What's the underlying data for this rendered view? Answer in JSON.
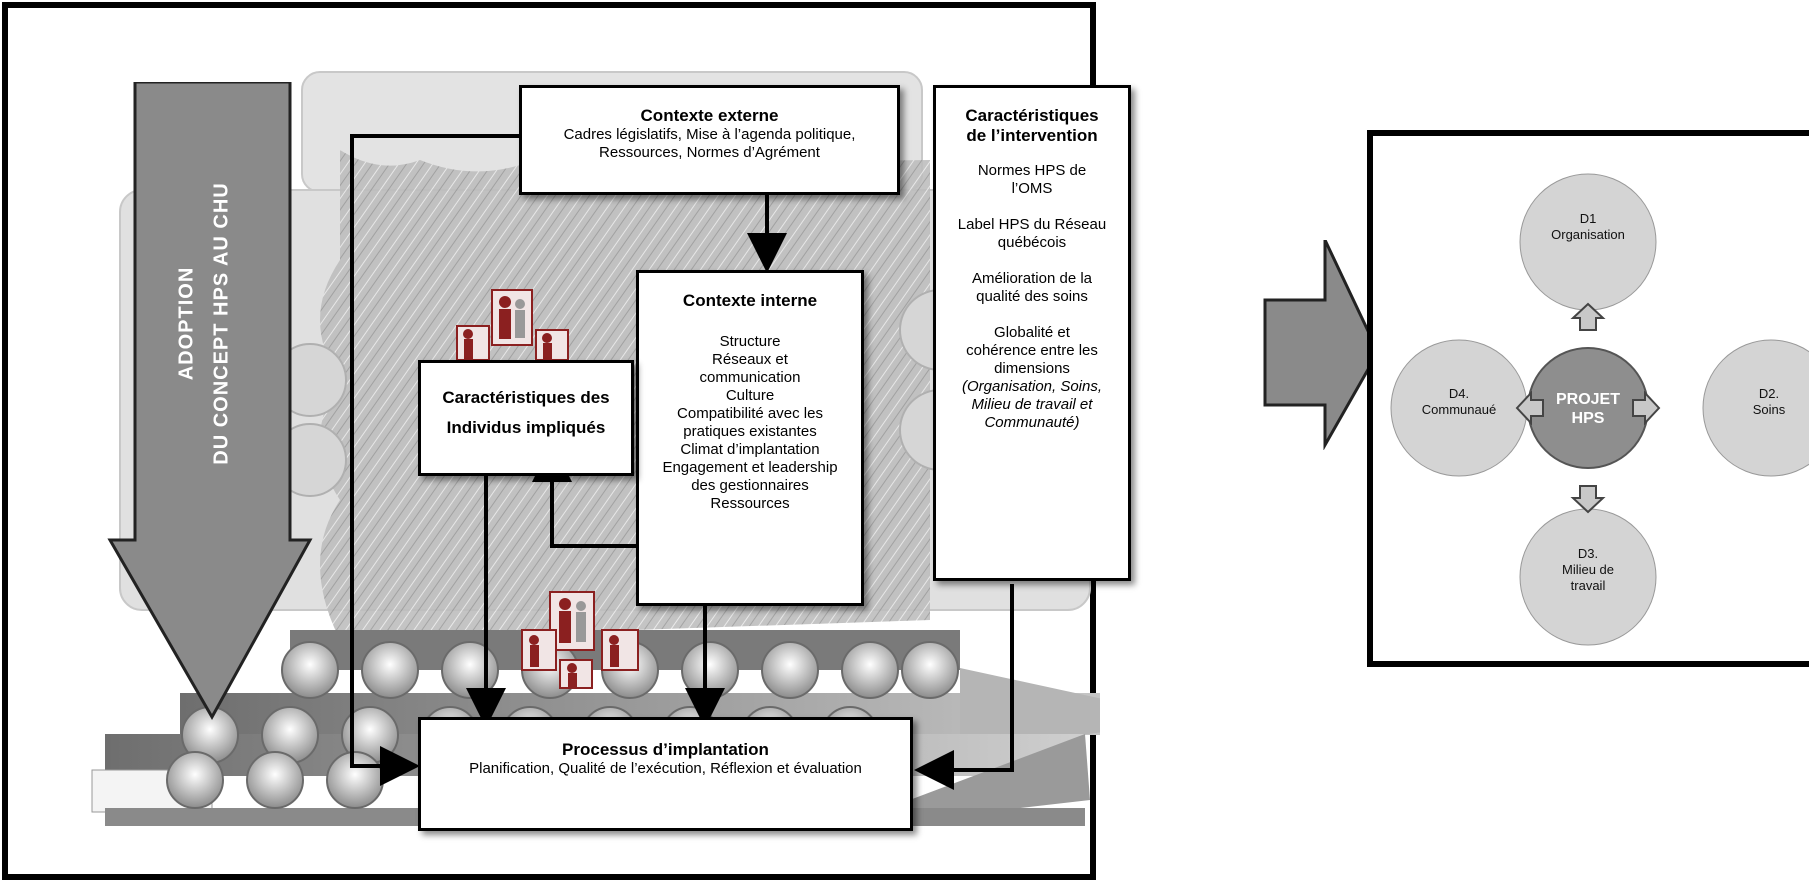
{
  "adoption_arrow": {
    "line1": "ADOPTION",
    "line2": "DU CONCEPT HPS AU CHU"
  },
  "external_context": {
    "title": "Contexte externe",
    "line1": "Cadres législatifs, Mise à l’agenda politique,",
    "line2": "Ressources, Normes d’Agrément"
  },
  "intervention": {
    "title1": "Caractéristiques",
    "title2": "de l’intervention",
    "items": [
      [
        "Normes HPS de",
        "l’OMS"
      ],
      [
        "Label HPS du Réseau",
        "québécois"
      ],
      [
        "Amélioration de la",
        "qualité des soins"
      ],
      [
        "Globalité et",
        "cohérence entre les",
        "dimensions"
      ]
    ],
    "italic_lines": [
      "(Organisation, Soins,",
      "Milieu de travail et",
      "Communauté)"
    ]
  },
  "internal_context": {
    "title": "Contexte interne",
    "lines": [
      "Structure",
      "Réseaux et",
      "communication",
      "Culture",
      "Compatibilité avec les",
      "pratiques existantes",
      "Climat d’implantation",
      "Engagement et leadership",
      "des gestionnaires",
      "Ressources"
    ]
  },
  "individuals": {
    "title1": "Caractéristiques des",
    "title2": "Individus impliqués"
  },
  "process": {
    "title": "Processus d’implantation",
    "line": "Planification, Qualité de l’exécution, Réflexion et évaluation"
  },
  "hps_project": {
    "center_line1": "PROJET",
    "center_line2": "HPS",
    "d1": [
      "D1",
      "Organisation"
    ],
    "d2": [
      "D2.",
      "Soins"
    ],
    "d3": [
      "D3.",
      "Milieu de",
      "travail"
    ],
    "d4": [
      "D4.",
      "Communaué"
    ]
  },
  "colors": {
    "dark_arrow": "#8a8a8a",
    "circle_fill": "#d4d4d4",
    "center_fill": "#8e8e8e",
    "figure_red": "#8b2020"
  }
}
